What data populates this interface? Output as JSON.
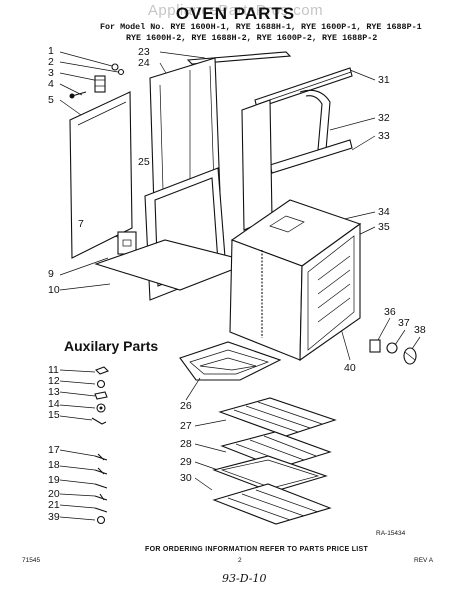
{
  "watermark": "AppliancePartsPros.com",
  "title": "OVEN PARTS",
  "models": {
    "line1": "For Model No. RYE 1600H-1, RYE 1688H-1, RYE 1600P-1, RYE 1688P-1",
    "line2": "RYE 1600H-2, RYE 1688H-2, RYE 1600P-2, RYE 1688P-2"
  },
  "auxiliary_title": "Auxilary Parts",
  "callouts": [
    "1",
    "2",
    "3",
    "4",
    "5",
    "23",
    "24",
    "25",
    "7",
    "9",
    "10",
    "31",
    "32",
    "33",
    "34",
    "35",
    "36",
    "37",
    "38",
    "40",
    "26",
    "27",
    "28",
    "29",
    "30",
    "11",
    "12",
    "13",
    "14",
    "15",
    "17",
    "18",
    "19",
    "20",
    "21",
    "39"
  ],
  "diagram_code": "RA-15434",
  "footer": {
    "left_code": "71545",
    "page_number": "2",
    "instruction": "FOR ORDERING INFORMATION REFER TO PARTS PRICE LIST",
    "revision": "REV A"
  },
  "handwritten_note": "93-D-10"
}
